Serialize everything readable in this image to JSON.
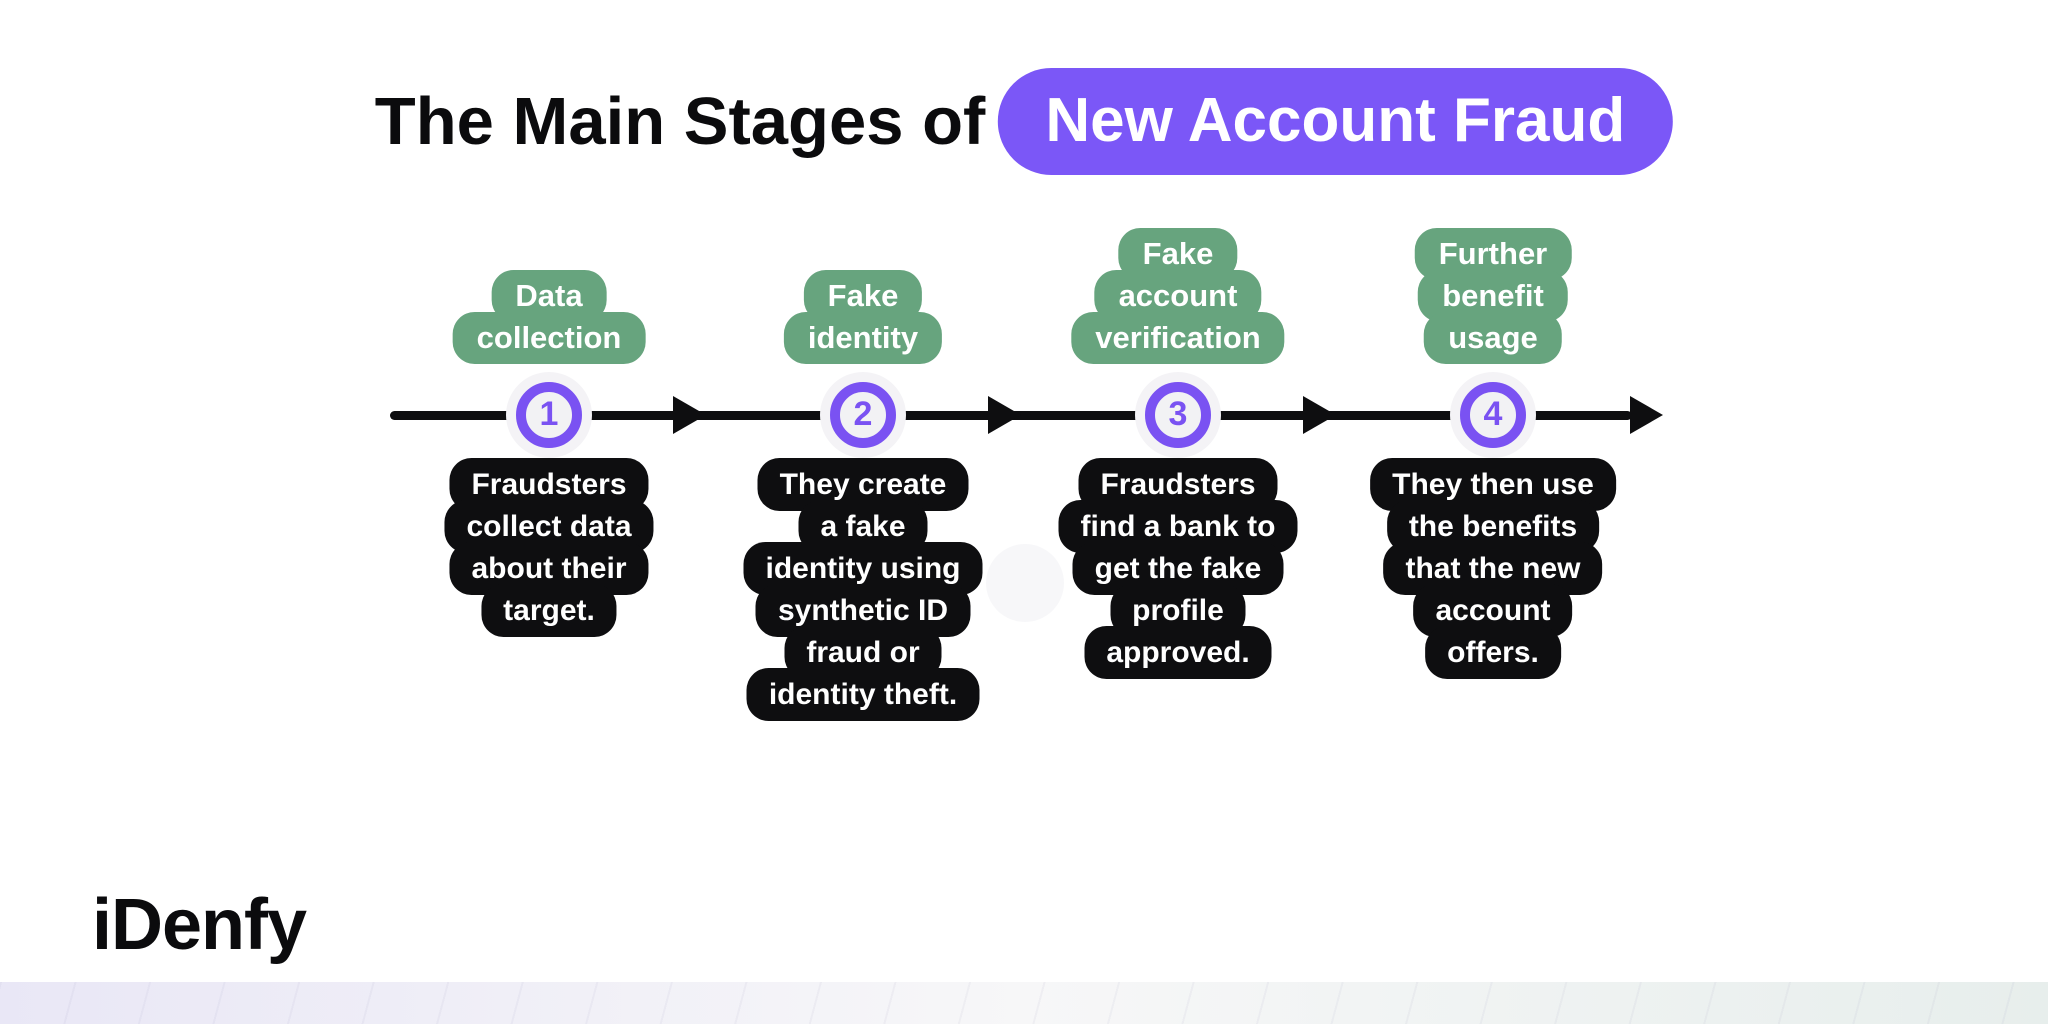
{
  "title": {
    "prefix": "The Main Stages of",
    "highlight": "New Account Fraud"
  },
  "stages": [
    {
      "number": "1",
      "label_lines": [
        "Data",
        "collection"
      ],
      "desc_lines": [
        "Fraudsters",
        "collect data",
        "about their",
        "target."
      ]
    },
    {
      "number": "2",
      "label_lines": [
        "Fake",
        "identity"
      ],
      "desc_lines": [
        "They create",
        "a fake",
        "identity using",
        "synthetic ID",
        "fraud or",
        "identity theft."
      ]
    },
    {
      "number": "3",
      "label_lines": [
        "Fake",
        "account",
        "verification"
      ],
      "desc_lines": [
        "Fraudsters",
        "find a bank to",
        "get the fake",
        "profile",
        "approved."
      ]
    },
    {
      "number": "4",
      "label_lines": [
        "Further",
        "benefit",
        "usage"
      ],
      "desc_lines": [
        "They then use",
        "the benefits",
        "that the new",
        "account",
        "offers."
      ]
    }
  ],
  "logo": {
    "text": "iDenfy"
  },
  "colors": {
    "accent-purple": "#7B57F7",
    "ring-purple": "#7A52F2",
    "label-green": "#67A47E",
    "bubble-black": "#0E0E10",
    "node-fill": "#F2F2F4",
    "node-halo": "#F4F3F6",
    "footer-left": "#E9E7F6",
    "footer-mid": "#F7F7F8",
    "footer-right": "#E7EEEC"
  }
}
